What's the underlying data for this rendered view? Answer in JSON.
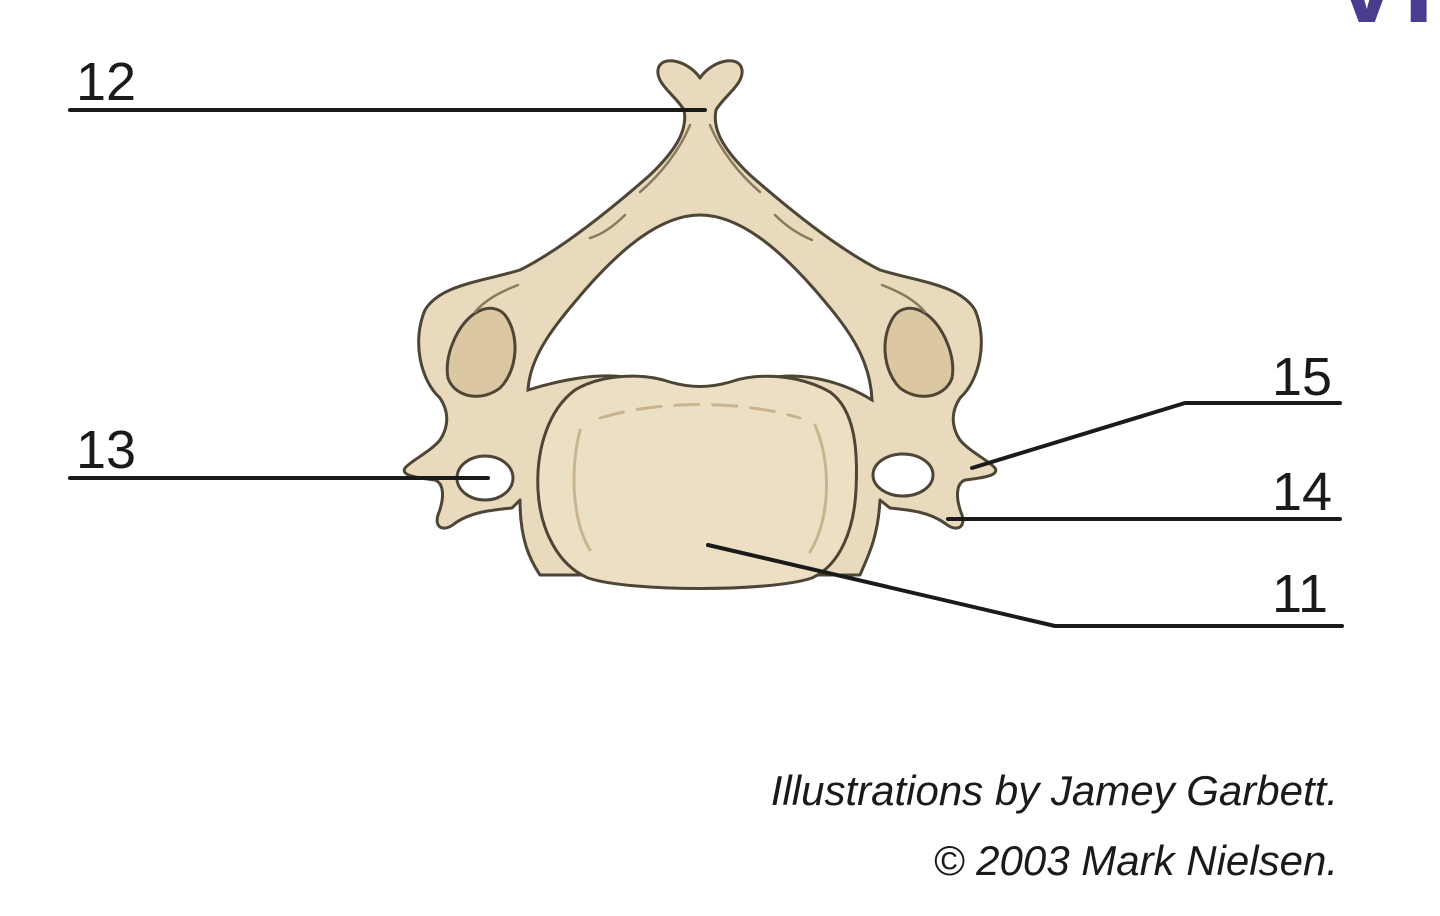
{
  "labels": {
    "l12": "12",
    "l13": "13",
    "l15": "15",
    "l14": "14",
    "l11": "11"
  },
  "corner_mark": "VI.",
  "credits": {
    "illustrator": "Illustrations by Jamey Garbett.",
    "copyright": "© 2003 Mark Nielsen."
  },
  "colors": {
    "bone_fill": "#e9d9bd",
    "bone_outline": "#4d4536",
    "bone_shade": "#d8c3a0",
    "line": "#1a1a1a",
    "corner_mark": "#4a3d8f"
  }
}
